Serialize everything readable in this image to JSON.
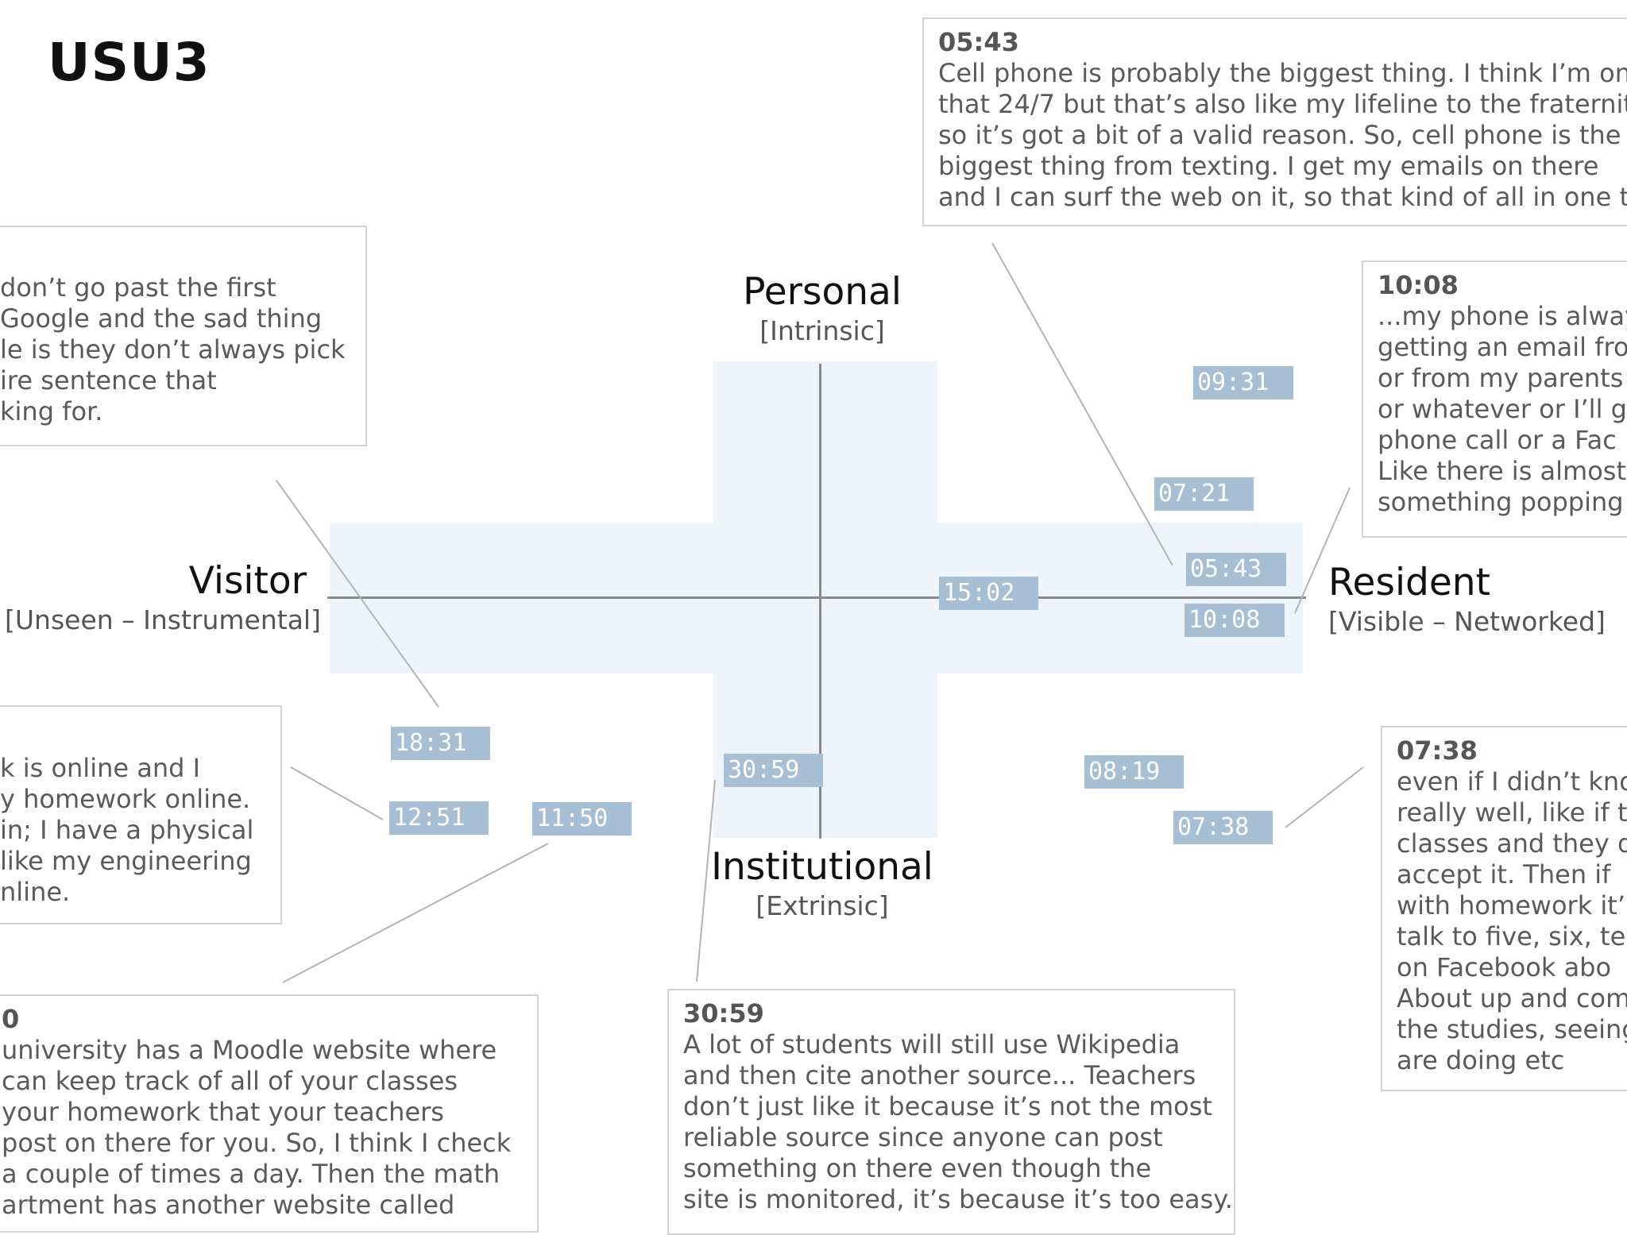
{
  "title": "USU3",
  "axes": {
    "top": {
      "label": "Personal",
      "sub": "[Intrinsic]"
    },
    "bottom": {
      "label": "Institutional",
      "sub": "[Extrinsic]"
    },
    "left": {
      "label": "Visitor",
      "sub": "[Unseen – Instrumental]"
    },
    "right": {
      "label": "Resident",
      "sub": "[Visible – Networked]"
    }
  },
  "timestamps": [
    "09:31",
    "07:21",
    "05:43",
    "15:02",
    "10:08",
    "18:31",
    "30:59",
    "08:19",
    "12:51",
    "11:50",
    "07:38"
  ],
  "quotes": {
    "q0543": {
      "time": "05:43",
      "lines": [
        "Cell phone is probably the biggest thing.  I think I’m on",
        "that 24/7 but that’s also like my lifeline to the fraternity",
        "so it’s got a bit of a valid reason.  So, cell phone is the",
        "biggest thing from texting.  I get my emails on there",
        "and I can surf the web on it, so that kind of all in one t"
      ]
    },
    "q1008": {
      "time": "10:08",
      "lines": [
        "...my phone is alway",
        "getting an email fro",
        "or from my parents",
        "or whatever or I’ll ge",
        "phone call or a Fac",
        "Like there is almost a",
        "something popping"
      ]
    },
    "q1831": {
      "lines": [
        "don’t go past the first",
        "Google and the sad thing",
        "le is they don’t always pick",
        "ire sentence that",
        "king for."
      ]
    },
    "q1251": {
      "lines": [
        "k is online and I",
        "y homework online.",
        " in; I have a physical",
        "like my engineering",
        "nline."
      ]
    },
    "q1150": {
      "time": "0",
      "lines": [
        "university has a Moodle website where",
        "can keep track of all of your classes",
        "your homework that your teachers",
        "post on there for you.  So, I think I check",
        "a couple of times a day.  Then the math",
        "artment has another website called"
      ]
    },
    "q3059": {
      "time": "30:59",
      "lines": [
        "A lot of students will still use Wikipedia",
        "and then cite another source... Teachers",
        "don’t just like it because it’s not the most",
        "reliable source since anyone can post",
        "something on there even though the",
        "site is monitored, it’s because it’s too easy."
      ]
    },
    "q0738": {
      "time": "07:38",
      "lines": [
        "even if I didn’t kno",
        "really well, like if th",
        "classes and they d",
        "accept it.  Then if",
        "with homework it’",
        "talk to five, six, ten",
        "on Facebook abo",
        "About up and com",
        "the studies, seeing",
        "are doing etc"
      ]
    }
  }
}
